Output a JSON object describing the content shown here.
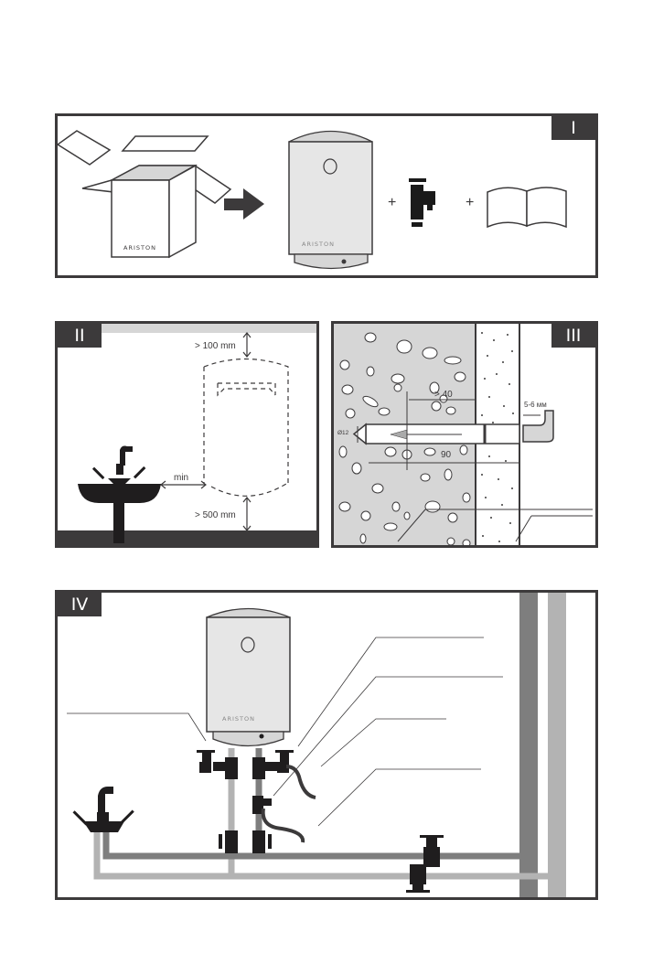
{
  "panels": {
    "p1": {
      "tag": "I",
      "box_brand": "ARISTON",
      "heater_brand": "ARISTON",
      "plus1": "+",
      "plus2": "+"
    },
    "p2": {
      "tag": "II",
      "top_clearance": "> 100 mm",
      "side_clearance": "min",
      "bottom_clearance": "> 500 mm"
    },
    "p3": {
      "tag": "III",
      "depth_label": "> 40",
      "diameter_label": "Ø12",
      "length_label": "90",
      "gap_label": "5-6 мм"
    },
    "p4": {
      "tag": "IV",
      "heater_brand": "ARISTON"
    }
  },
  "colors": {
    "frame": "#3c3a3b",
    "light_grey": "#d6d6d6",
    "mid_grey": "#b3b3b3",
    "dark_pipe": "#7e7e7e",
    "heater_body": "#e6e6e6"
  }
}
